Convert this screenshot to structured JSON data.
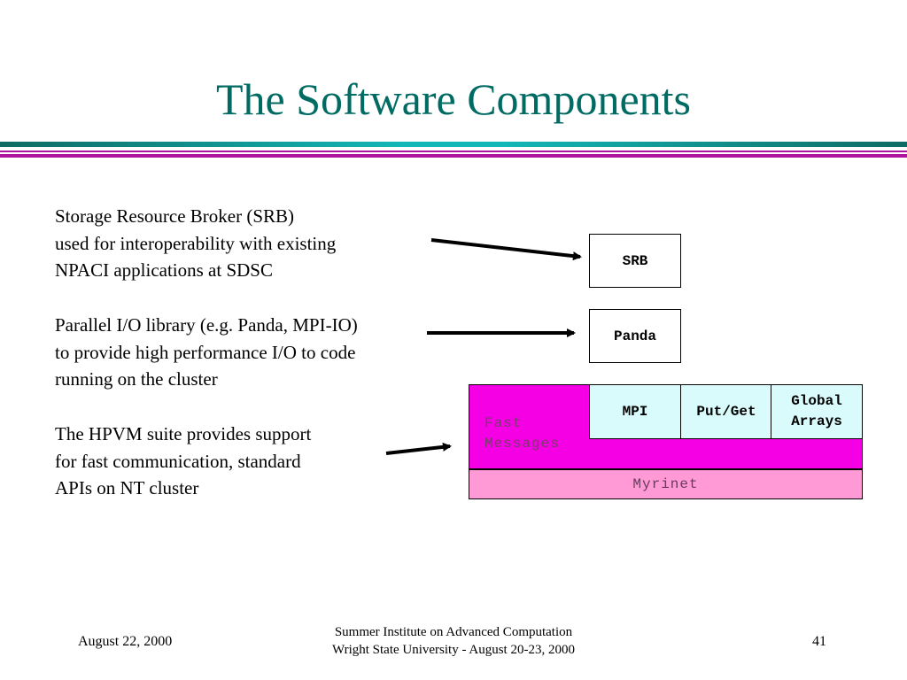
{
  "slide": {
    "title": "The Software Components",
    "paragraphs": [
      {
        "lines": [
          "Storage Resource Broker (SRB)",
          "used for interoperability with existing",
          "NPACI applications at SDSC"
        ]
      },
      {
        "lines": [
          "Parallel I/O library (e.g. Panda, MPI-IO)",
          "to provide high performance I/O to code",
          "running on the cluster"
        ]
      },
      {
        "lines": [
          "The HPVM suite provides support",
          "for fast communication, standard",
          "APIs on NT cluster"
        ]
      }
    ]
  },
  "diagram": {
    "srb": "SRB",
    "panda": "Panda",
    "mpi": "MPI",
    "putget": "Put/Get",
    "global_arrays": [
      "Global",
      "Arrays"
    ],
    "fast_messages": [
      "Fast",
      "Messages"
    ],
    "myrinet": "Myrinet",
    "colors": {
      "fast_messages_bg": "#f500e5",
      "myrinet_bg": "#ff9ad6",
      "api_box_bg": "#d9fbfc",
      "title_color": "#006b63"
    }
  },
  "footer": {
    "date": "August 22, 2000",
    "center_line1": "Summer Institute on Advanced Computation",
    "center_line2": "Wright State University - August 20-23, 2000",
    "page_number": "41"
  }
}
